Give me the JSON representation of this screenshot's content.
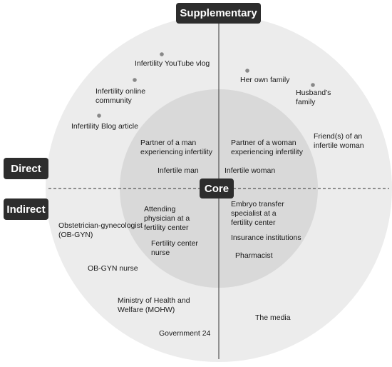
{
  "tags": {
    "supplementary": "Supplementary",
    "direct": "Direct",
    "indirect": "Indirect",
    "core": "Core"
  },
  "labels": {
    "youtube": "Infertility YouTube vlog",
    "community": "Infertility online community",
    "blog": "Infertility Blog article",
    "partner_man": "Partner of a man experiencing infertility",
    "infertile_man": "Infertile man",
    "own_family": "Her own family",
    "husbands_family": "Husband’s family",
    "friends": "Friend(s) of an infertile woman",
    "partner_woman": "Partner of a woman experiencing infertility",
    "infertile_woman": "Infertile woman",
    "obgyn": "Obstetrician-gynecologist (OB-GYN)",
    "attending": "Attending physician at a fertility center",
    "fc_nurse": "Fertility center nurse",
    "obgyn_nurse": "OB-GYN nurse",
    "mohw": "Ministry of Health and Welfare (MOHW)",
    "gov24": "Government 24",
    "embryo": "Embryo transfer specialist at a fertility center",
    "insurance": "Insurance institutions",
    "pharmacist": "Pharmacist",
    "media": "The media"
  },
  "colors": {
    "outer_circle": "#ececec",
    "inner_circle": "#d9d9d9",
    "tag_bg": "#2d2d2d",
    "line": "#555555",
    "dot": "#888888"
  }
}
